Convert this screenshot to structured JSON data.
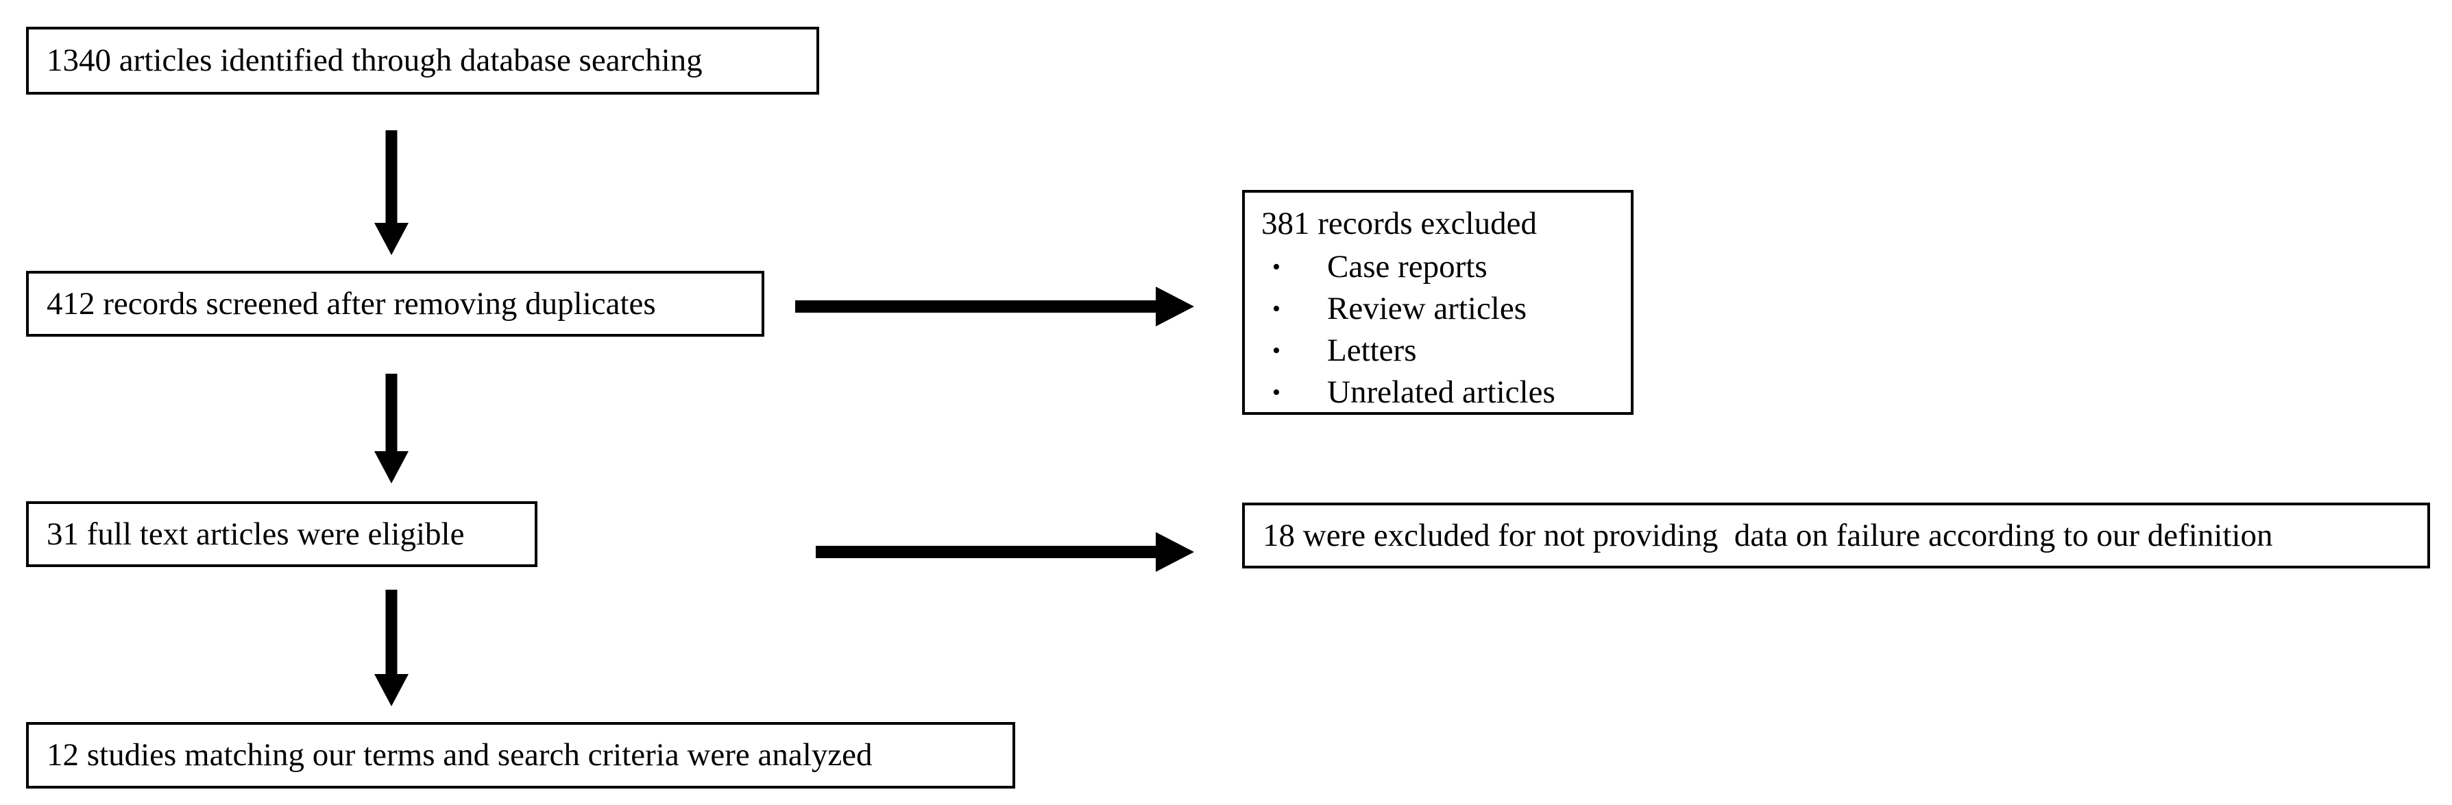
{
  "diagram": {
    "type": "prisma-flow-diagram",
    "boxes": {
      "identified": "1340 articles identified through database searching",
      "screened": "412 records screened after removing duplicates",
      "eligible": "31 full text articles were eligible",
      "analyzed": "12 studies matching our terms and search criteria were analyzed",
      "records_excluded": {
        "heading": "381 records excluded",
        "bullet_glyph": "•",
        "items": [
          "Case reports",
          "Review articles",
          "Letters",
          "Unrelated articles"
        ]
      },
      "not_providing_data": "18 were excluded for not providing  data on failure according to our definition"
    },
    "colors": {
      "stroke": "#000000",
      "fill": "#ffffff",
      "text": "#000000"
    }
  }
}
